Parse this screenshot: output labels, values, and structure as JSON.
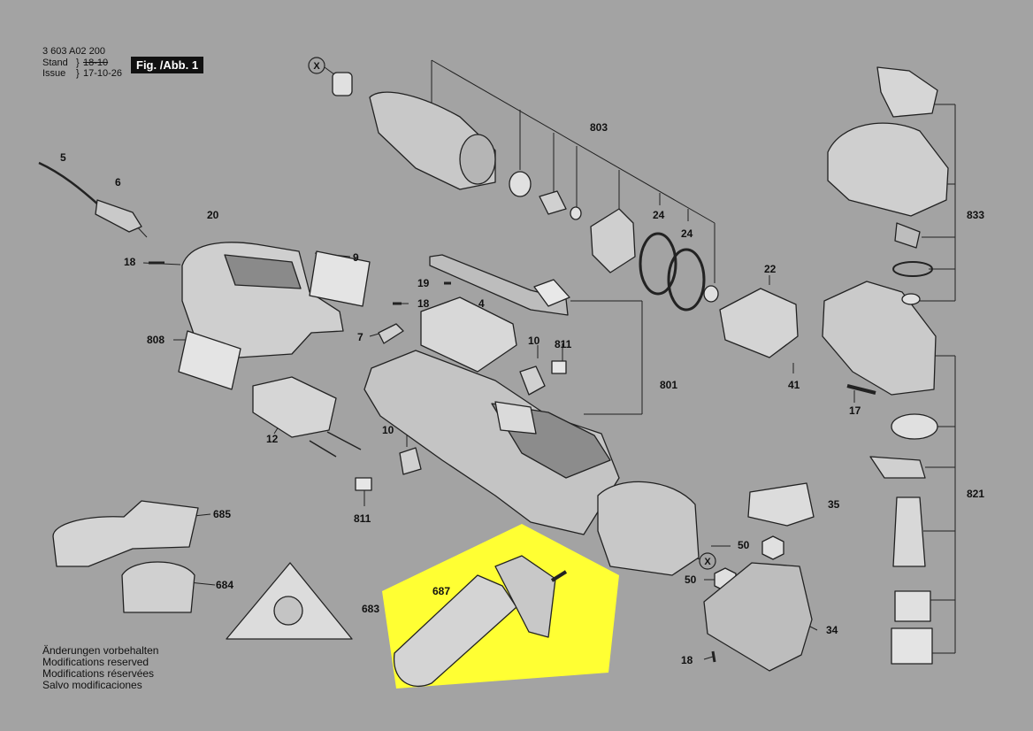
{
  "header": {
    "doc_number": "3 603 A02 200",
    "stand_label": "Stand",
    "stand_value": "18-10",
    "issue_label": "Issue",
    "issue_value": "17-10-26",
    "figure_label": "Fig. /Abb. 1"
  },
  "notes": [
    "Änderungen vorbehalten",
    "Modifications reserved",
    "Modifications réservées",
    "Salvo modificaciones"
  ],
  "markers": {
    "x_symbol": "X"
  },
  "highlight_color": "#ffff33",
  "background_color": "#a3a3a3",
  "parts": {
    "p5": "5",
    "p6": "6",
    "p20": "20",
    "p18a": "18",
    "p9": "9",
    "p808": "808",
    "p19": "19",
    "p18b": "18",
    "p4": "4",
    "p7": "7",
    "p10a": "10",
    "p811a": "811",
    "p12": "12",
    "p10b": "10",
    "p811b": "811",
    "p801": "801",
    "p803": "803",
    "p24a": "24",
    "p24b": "24",
    "p22": "22",
    "p41": "41",
    "p17": "17",
    "p833": "833",
    "p821": "821",
    "p35": "35",
    "p50a": "50",
    "p50b": "50",
    "p34": "34",
    "p18c": "18",
    "p685": "685",
    "p684": "684",
    "p683": "683",
    "p687": "687"
  }
}
